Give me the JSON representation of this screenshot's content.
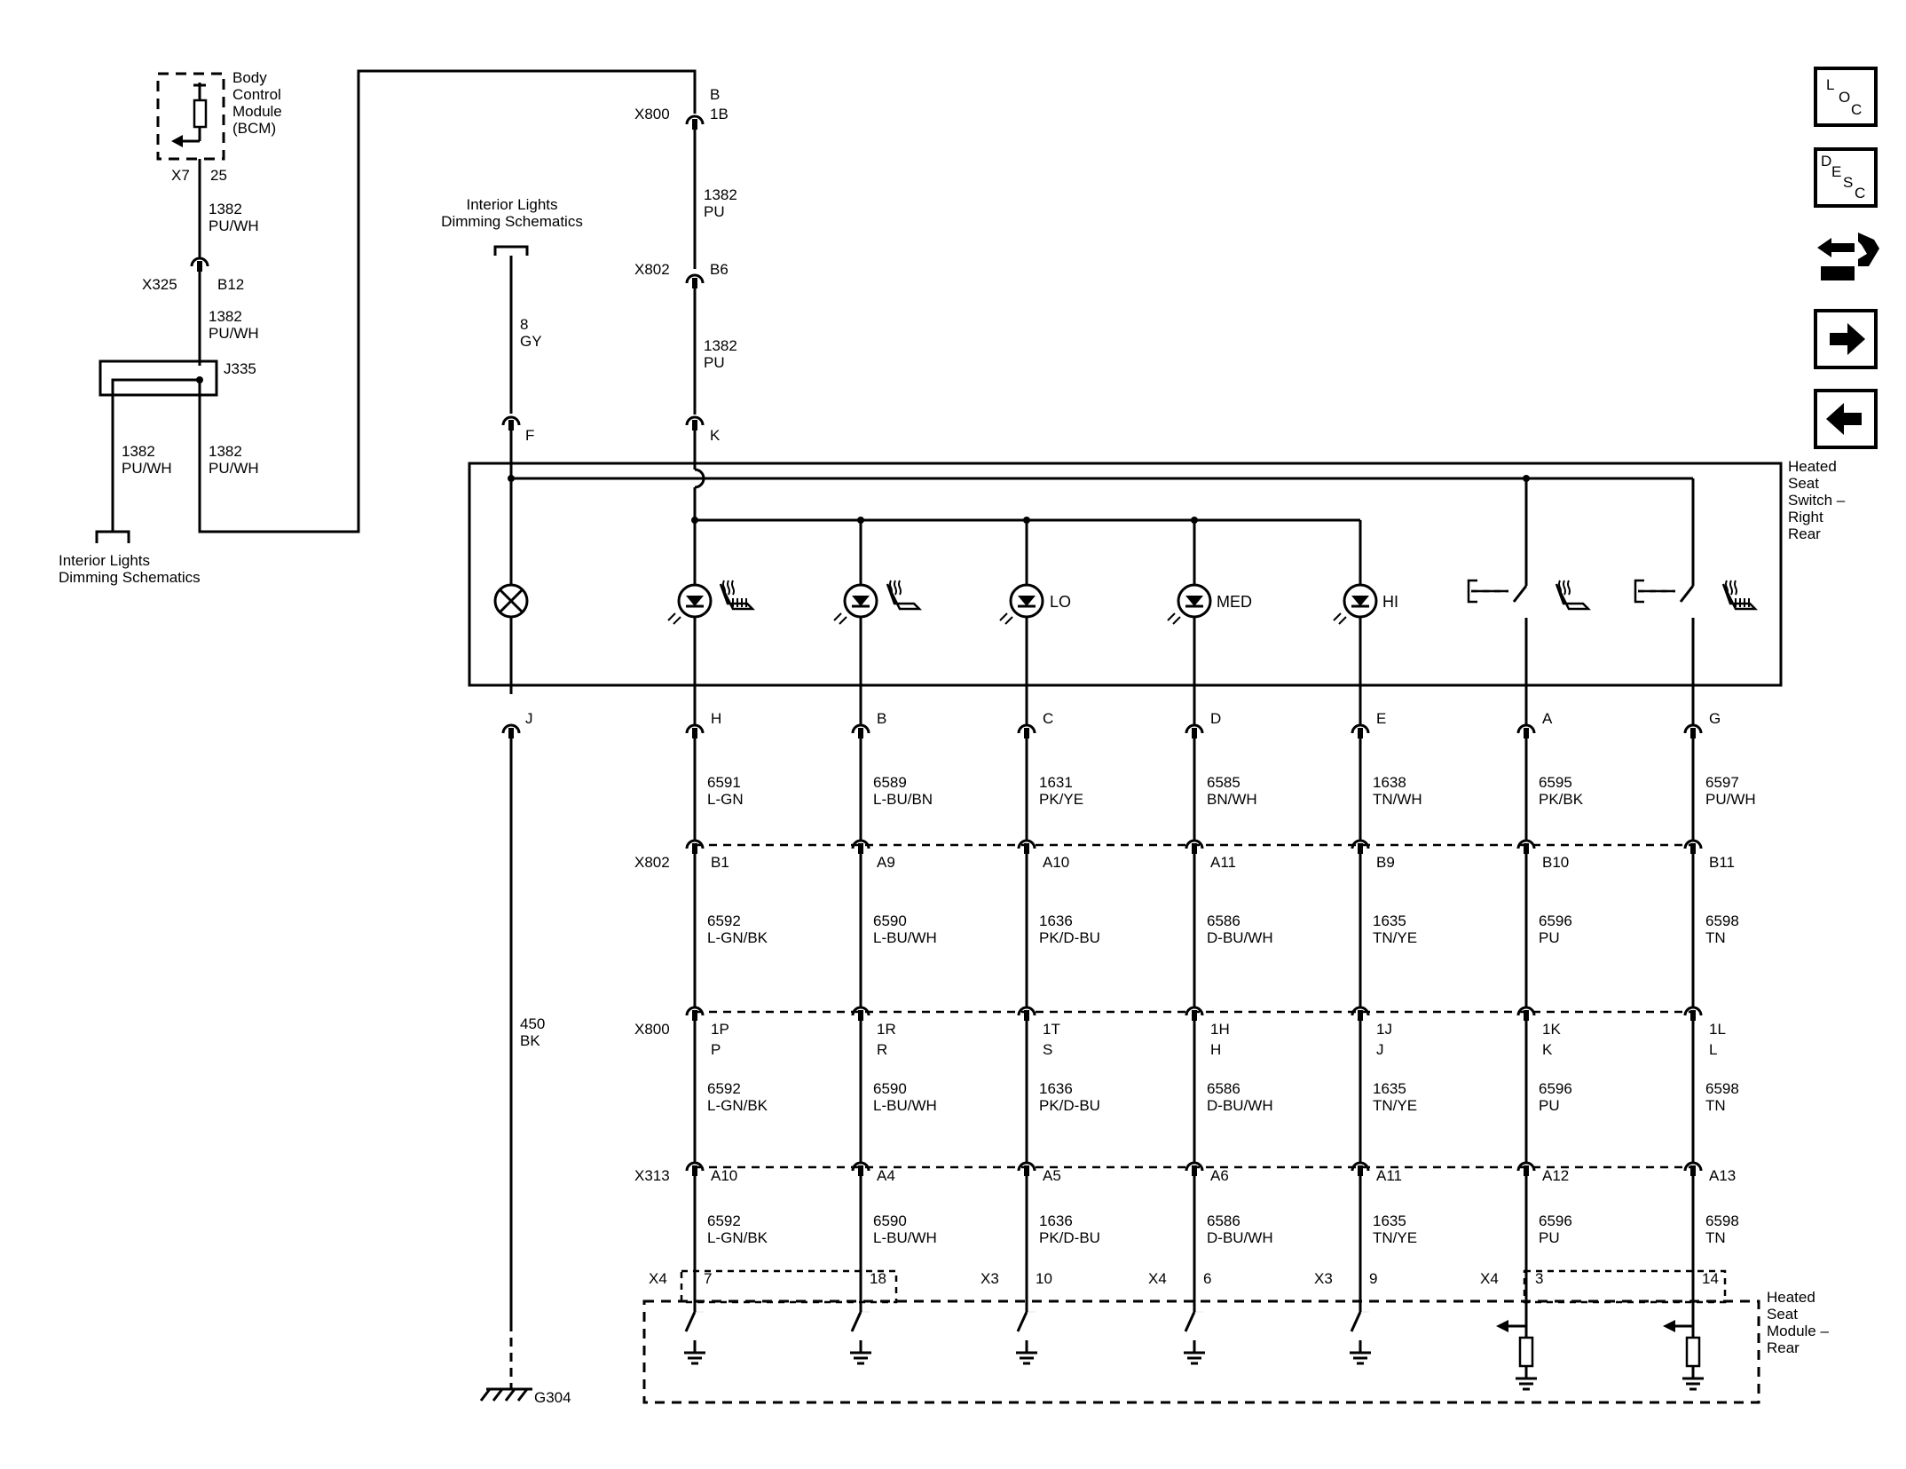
{
  "bcm": {
    "title": "Body Control Module (BCM)",
    "title_lines": [
      "Body",
      "Control",
      "Module",
      "(BCM)"
    ],
    "connector": "X7",
    "pin": "25"
  },
  "bcm_circuit": {
    "wire1": [
      "1382",
      "PU/WH"
    ],
    "x325": "X325",
    "x325_pin": "B12",
    "wire2": [
      "1382",
      "PU/WH"
    ],
    "splice": "J335",
    "wire_branch": [
      "1382",
      "PU/WH"
    ],
    "wire_main": [
      "1382",
      "PU/WH"
    ],
    "dimming_ref": [
      "Interior Lights",
      "Dimming Schematics"
    ]
  },
  "top_feed": {
    "x800": "X800",
    "x800_pins": [
      "B",
      "1B"
    ],
    "wire1": [
      "1382",
      "PU"
    ],
    "x802": "X802",
    "x802_pin": "B6",
    "wire2": [
      "1382",
      "PU"
    ],
    "switch_pin": "K"
  },
  "dim_feed": {
    "ref": [
      "Interior Lights",
      "Dimming Schematics"
    ],
    "wire": [
      "8",
      "GY"
    ],
    "switch_pin": "F"
  },
  "switch": {
    "label": [
      "Heated",
      "Seat",
      "Switch –",
      "Right",
      "Rear"
    ],
    "led_labels": [
      "LO",
      "MED",
      "HI"
    ]
  },
  "ground": {
    "pin": "J",
    "wire": [
      "450",
      "BK"
    ],
    "ground_id": "G304"
  },
  "connectors": {
    "x802": "X802",
    "x800": "X800",
    "x313": "X313"
  },
  "columns": [
    {
      "switch_pin": "H",
      "w1": [
        "6591",
        "L-GN"
      ],
      "x802": "B1",
      "w2": [
        "6592",
        "L-GN/BK"
      ],
      "x800": "1P",
      "x800b": "P",
      "w3": [
        "6592",
        "L-GN/BK"
      ],
      "x313": "A10",
      "w4": [
        "6592",
        "L-GN/BK"
      ],
      "mod_conn": "X4",
      "mod_pin": "7"
    },
    {
      "switch_pin": "B",
      "w1": [
        "6589",
        "L-BU/BN"
      ],
      "x802": "A9",
      "w2": [
        "6590",
        "L-BU/WH"
      ],
      "x800": "1R",
      "x800b": "R",
      "w3": [
        "6590",
        "L-BU/WH"
      ],
      "x313": "A4",
      "w4": [
        "6590",
        "L-BU/WH"
      ],
      "mod_conn": "",
      "mod_pin": "18"
    },
    {
      "switch_pin": "C",
      "w1": [
        "1631",
        "PK/YE"
      ],
      "x802": "A10",
      "w2": [
        "1636",
        "PK/D-BU"
      ],
      "x800": "1T",
      "x800b": "S",
      "w3": [
        "1636",
        "PK/D-BU"
      ],
      "x313": "A5",
      "w4": [
        "1636",
        "PK/D-BU"
      ],
      "mod_conn": "X3",
      "mod_pin": "10"
    },
    {
      "switch_pin": "D",
      "w1": [
        "6585",
        "BN/WH"
      ],
      "x802": "A11",
      "w2": [
        "6586",
        "D-BU/WH"
      ],
      "x800": "1H",
      "x800b": "H",
      "w3": [
        "6586",
        "D-BU/WH"
      ],
      "x313": "A6",
      "w4": [
        "6586",
        "D-BU/WH"
      ],
      "mod_conn": "X4",
      "mod_pin": "6"
    },
    {
      "switch_pin": "E",
      "w1": [
        "1638",
        "TN/WH"
      ],
      "x802": "B9",
      "w2": [
        "1635",
        "TN/YE"
      ],
      "x800": "1J",
      "x800b": "J",
      "w3": [
        "1635",
        "TN/YE"
      ],
      "x313": "A11",
      "w4": [
        "1635",
        "TN/YE"
      ],
      "mod_conn": "X3",
      "mod_pin": "9"
    },
    {
      "switch_pin": "A",
      "w1": [
        "6595",
        "PK/BK"
      ],
      "x802": "B10",
      "w2": [
        "6596",
        "PU"
      ],
      "x800": "1K",
      "x800b": "K",
      "w3": [
        "6596",
        "PU"
      ],
      "x313": "A12",
      "w4": [
        "6596",
        "PU"
      ],
      "mod_conn": "X4",
      "mod_pin": "3"
    },
    {
      "switch_pin": "G",
      "w1": [
        "6597",
        "PU/WH"
      ],
      "x802": "B11",
      "w2": [
        "6598",
        "TN"
      ],
      "x800": "1L",
      "x800b": "L",
      "w3": [
        "6598",
        "TN"
      ],
      "x313": "A13",
      "w4": [
        "6598",
        "TN"
      ],
      "mod_conn": "",
      "mod_pin": "14"
    }
  ],
  "module": {
    "label": [
      "Heated",
      "Seat",
      "Module –",
      "Rear"
    ]
  },
  "nav": {
    "loc": [
      "L",
      "O",
      "C"
    ],
    "desc": [
      "D",
      "E",
      "S",
      "C"
    ],
    "icons": [
      "loc-icon",
      "desc-icon",
      "connector-view-icon",
      "next-page-icon",
      "previous-page-icon"
    ]
  }
}
